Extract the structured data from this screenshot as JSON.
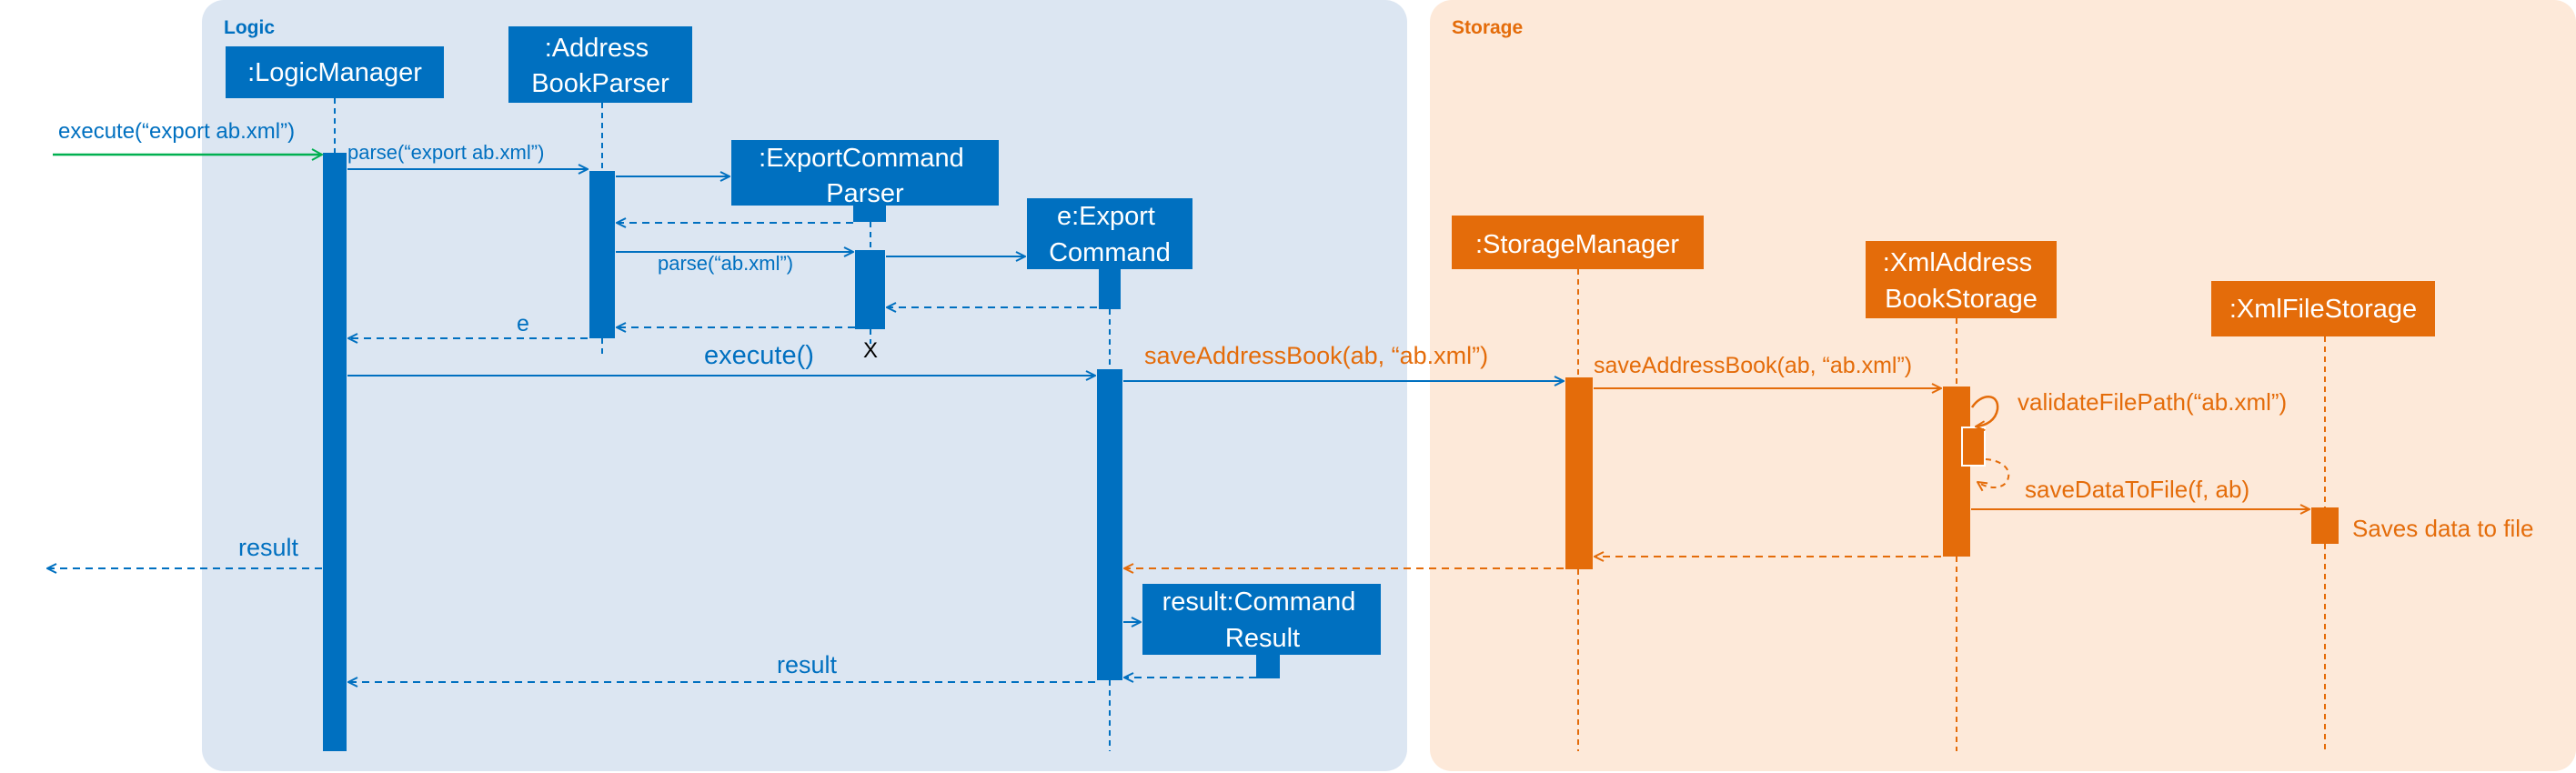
{
  "colors": {
    "logic_bg": "#dce6f2",
    "storage_bg": "#fde9d9",
    "logic_blue": "#0070c0",
    "storage_orange": "#e46c0a",
    "caller_green": "#00b050",
    "text_white": "#ffffff",
    "text_black": "#000000"
  },
  "frames": {
    "logic": {
      "label": "Logic"
    },
    "storage": {
      "label": "Storage"
    }
  },
  "participants": {
    "logic_manager": {
      "lines": [
        ":LogicManager"
      ]
    },
    "address_book_parser": {
      "lines": [
        ":Address",
        "BookParser"
      ]
    },
    "export_command_parser": {
      "lines": [
        ":ExportCommand",
        "Parser"
      ]
    },
    "export_command": {
      "lines": [
        "e:Export",
        "Command"
      ]
    },
    "command_result": {
      "lines": [
        "result:Command",
        "Result"
      ]
    },
    "storage_manager": {
      "lines": [
        ":StorageManager"
      ]
    },
    "xml_address_book_storage": {
      "lines": [
        ":XmlAddress",
        "BookStorage"
      ]
    },
    "xml_file_storage": {
      "lines": [
        ":XmlFileStorage"
      ]
    }
  },
  "messages": {
    "execute_export": "execute(“export ab.xml”)",
    "parse_export": "parse(“export ab.xml”)",
    "parse_ab": "parse(“ab.xml”)",
    "return_e": "e",
    "destroy_x": "X",
    "execute": "execute()",
    "save_address_book_1": "saveAddressBook(ab, “ab.xml”)",
    "save_address_book_2": "saveAddressBook(ab, “ab.xml”)",
    "validate_file_path": "validateFilePath(“ab.xml”)",
    "save_data_to_file": "saveDataToFile(f, ab)",
    "saves_data_note": "Saves data to file",
    "result_outer": "result",
    "result_inner": "result"
  }
}
